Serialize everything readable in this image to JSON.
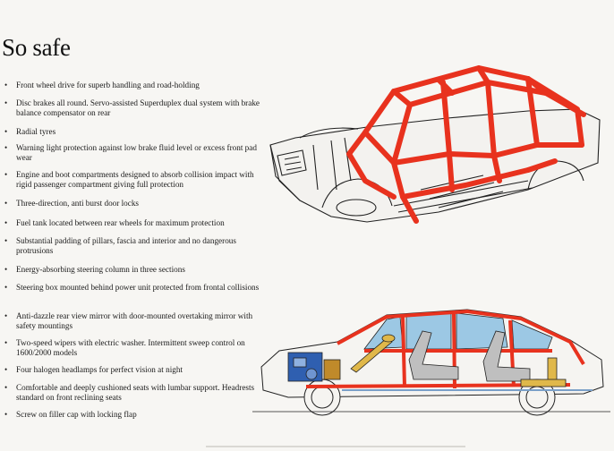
{
  "title": "So safe",
  "features": [
    "Front wheel drive for superb handling and road-holding",
    "Disc brakes all round.  Servo-assisted Superduplex dual system with brake balance compensator on rear",
    "Radial tyres",
    "Warning light protection against low brake fluid level or excess front pad wear",
    "Engine and boot compartments designed to absorb collision impact with rigid passenger compartment giving full protection",
    "Three-direction, anti burst door locks",
    "Fuel tank located between rear wheels for maximum protection",
    "Substantial padding of pillars, fascia and interior and no dangerous protrusions",
    "Energy-absorbing steering column in three sections",
    "Steering box mounted behind power unit protected from frontal collisions",
    "Anti-dazzle rear view mirror with door-mounted overtaking mirror with safety mountings",
    "Two-speed wipers with electric washer.  Intermittent sweep control on 1600/2000 models",
    "Four halogen headlamps for perfect vision at night",
    "Comfortable and deeply cushioned seats with lumbar support. Headrests standard on front reclining seats",
    "Screw on filler cap with locking flap"
  ],
  "bullet_symbol": "•",
  "colors": {
    "safety_cage": "#e8321e",
    "glass": "#9cc8e4",
    "engine": "#2f5fb0",
    "seat": "#bfbfbf",
    "outline": "#222222"
  },
  "illustrations": {
    "top": "car-body-shell-safety-cage",
    "bottom": "car-cutaway-side-view"
  }
}
